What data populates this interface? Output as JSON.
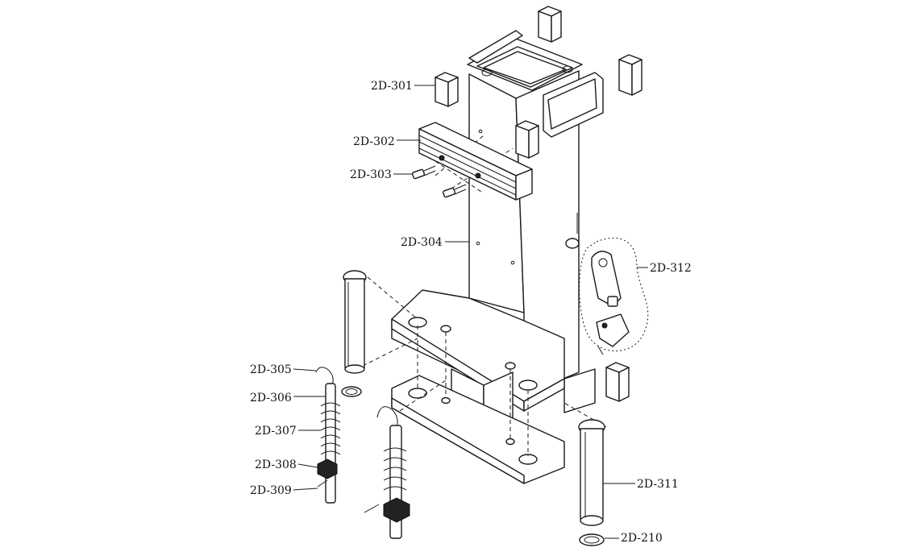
{
  "labels": {
    "p301": "2D-301",
    "p302": "2D-302",
    "p303": "2D-303",
    "p304": "2D-304",
    "p305": "2D-305",
    "p306": "2D-306",
    "p307": "2D-307",
    "p308": "2D-308",
    "p309": "2D-309",
    "p311": "2D-311",
    "p312": "2D-312",
    "p210": "2D-210"
  },
  "colors": {
    "ink": "#1a1a1a",
    "background": "#ffffff"
  }
}
